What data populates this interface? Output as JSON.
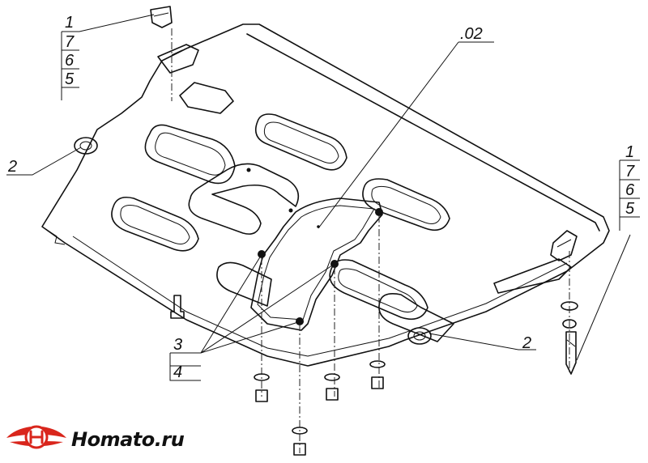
{
  "callouts": {
    "top_left_stack": [
      "1",
      "7",
      "6",
      "5"
    ],
    "right_stack": [
      "1",
      "7",
      "6",
      "5"
    ],
    "left_bolt": "2",
    "right_bolt": "2",
    "plate": ".02",
    "bottom_stack": [
      "3",
      "4"
    ]
  },
  "logo": {
    "text": "Homato.ru",
    "brand_red": "#d9261c",
    "brand_dark": "#111111"
  }
}
